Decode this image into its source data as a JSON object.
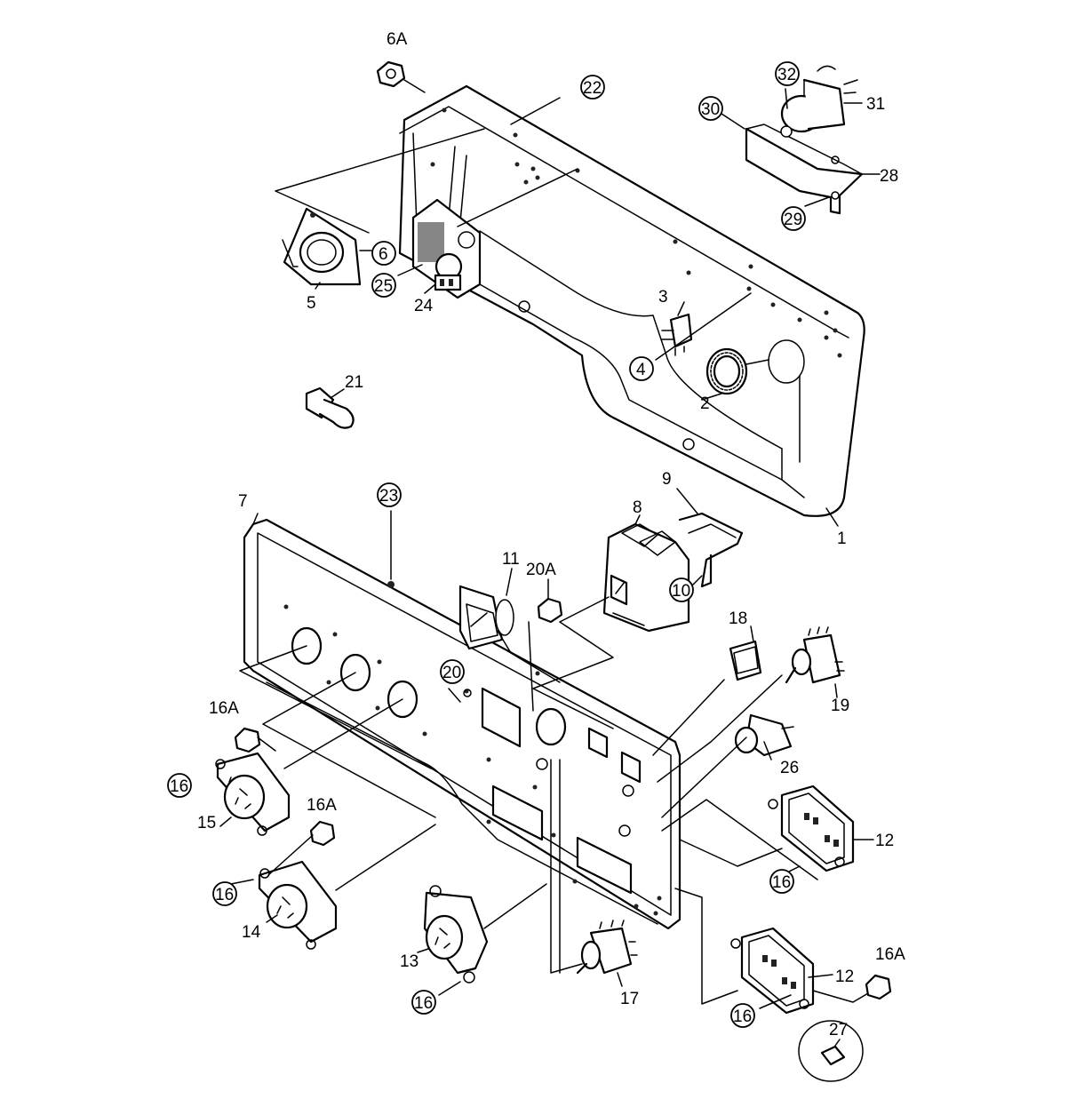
{
  "diagram": {
    "labels": {
      "p1": "1",
      "p2": "2",
      "p3": "3",
      "p4": "4",
      "p5": "5",
      "p6": "6",
      "p6A": "6A",
      "p7": "7",
      "p8": "8",
      "p9": "9",
      "p10": "10",
      "p11": "11",
      "p12a": "12",
      "p12b": "12",
      "p13": "13",
      "p14": "14",
      "p15": "15",
      "p16a": "16",
      "p16b": "16",
      "p16c": "16",
      "p16d": "16",
      "p16e": "16",
      "p16Aa": "16A",
      "p16Ab": "16A",
      "p16Ac": "16A",
      "p17": "17",
      "p18": "18",
      "p19": "19",
      "p20": "20",
      "p20A": "20A",
      "p21": "21",
      "p22": "22",
      "p23": "23",
      "p24": "24",
      "p25": "25",
      "p26": "26",
      "p27": "27",
      "p28": "28",
      "p29": "29",
      "p30": "30",
      "p31": "31",
      "p32": "32"
    }
  }
}
